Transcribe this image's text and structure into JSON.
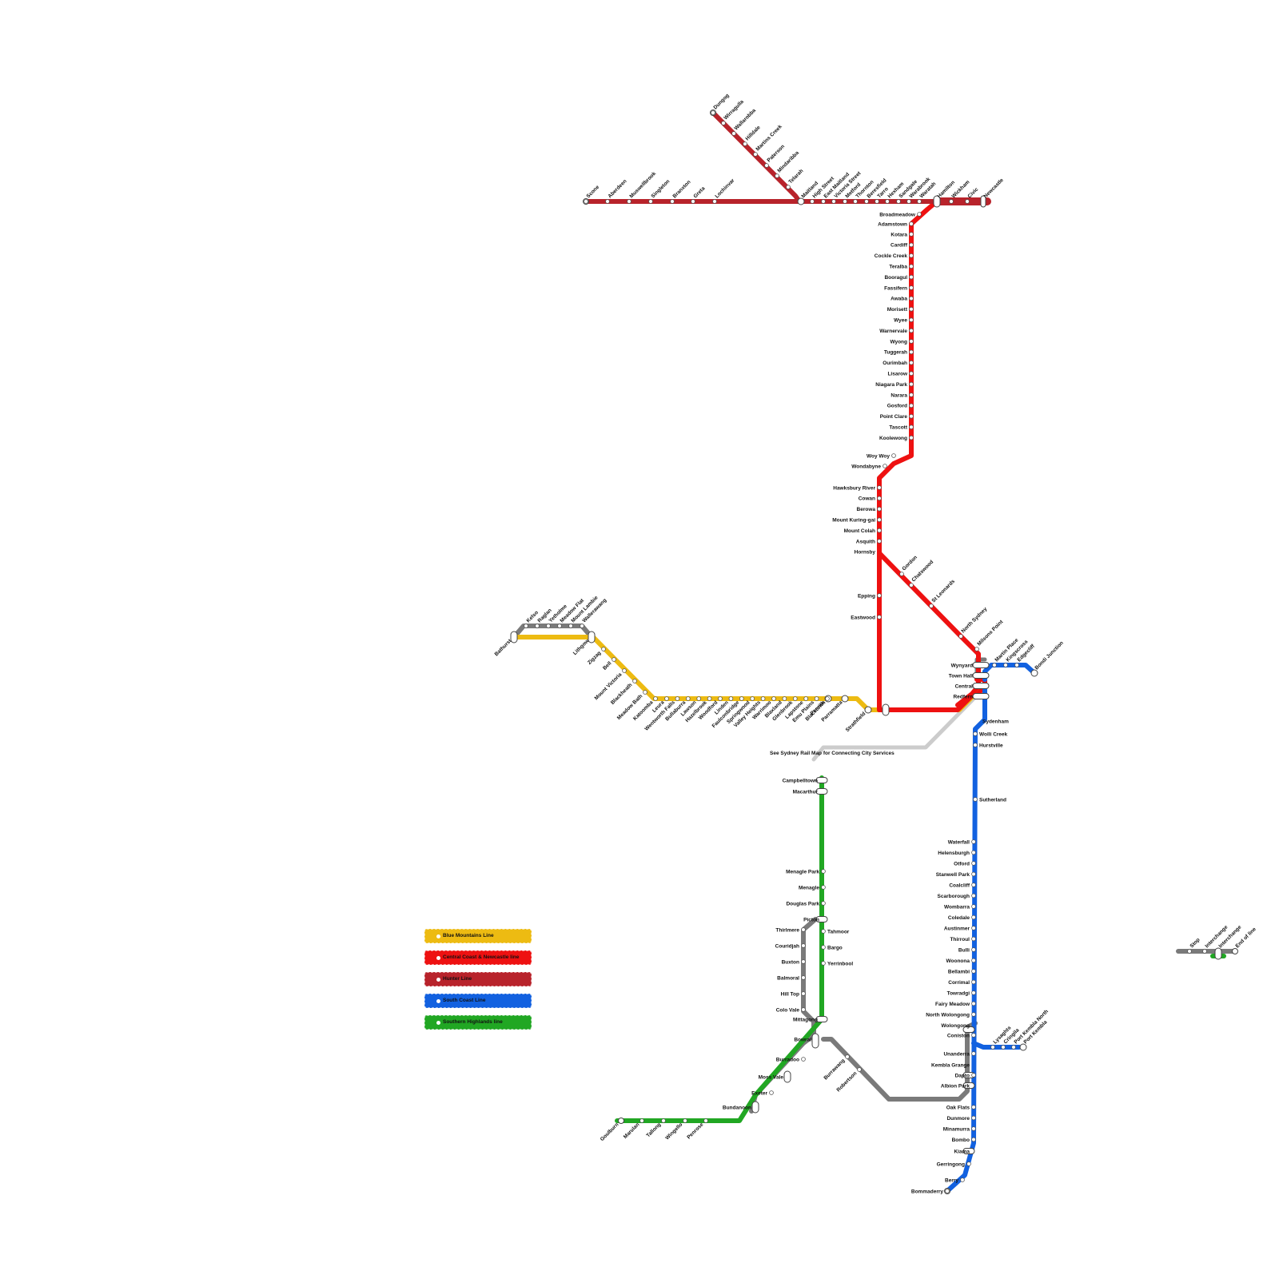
{
  "colors": {
    "blue_mountains": "#EDBB12",
    "central_coast": "#EE1111",
    "hunter": "#B8232B",
    "south_coast": "#1261E0",
    "southern_highlands": "#21A723",
    "connector_grey": "#7A7A7A",
    "city_link": "#CCCCCC"
  },
  "note": "See Sydney Rail Map for Connecting City Services",
  "legend": [
    {
      "label": "Blue Mountains Line",
      "color_key": "blue_mountains"
    },
    {
      "label": "Central Coast & Newcastle line",
      "color_key": "central_coast"
    },
    {
      "label": "Hunter Line",
      "color_key": "hunter"
    },
    {
      "label": "South Coast Line",
      "color_key": "south_coast"
    },
    {
      "label": "Southern Highlands line",
      "color_key": "southern_highlands"
    }
  ],
  "stations": {
    "hunter_main": [
      "Scone",
      "Aberdeen",
      "Muswellbrook",
      "Singleton",
      "Branxton",
      "Greta",
      "Lochinvar",
      "Maitland",
      "High Street",
      "East Maitland",
      "Victoria Street",
      "Metford",
      "Thornton",
      "Beresfield",
      "Tarro",
      "Hexham",
      "Sandgate",
      "Warabrook",
      "Waratah",
      "Hamilton",
      "Wickham",
      "Civic",
      "Newcastle"
    ],
    "hunter_branch": [
      "Dungog",
      "Wirragulla",
      "Wallarobba",
      "Hilldale",
      "Martins Creek",
      "Paterson",
      "Mindaribba",
      "Telarah"
    ],
    "central_coast": [
      "Broadmeadow",
      "Adamstown",
      "Kotara",
      "Cardiff",
      "Cockle Creek",
      "Teralba",
      "Booragul",
      "Fassifern",
      "Awaba",
      "Morisett",
      "Wyee",
      "Warnervale",
      "Wyong",
      "Tuggerah",
      "Ourimbah",
      "Lisarow",
      "Niagara Park",
      "Narara",
      "Gosford",
      "Point Clare",
      "Tascott",
      "Koolewong",
      "Woy Woy",
      "Wondabyne",
      "Hawksbury River",
      "Cowan",
      "Berowa",
      "Mount Kuring-gai",
      "Mount Colah",
      "Asquith",
      "Hornsby",
      "Epping",
      "Eastwood"
    ],
    "north_shore": [
      "Gordon",
      "Chatswood",
      "St Leonards",
      "North Sydney",
      "Milsons Point"
    ],
    "city": [
      "Wynyard",
      "Town Hall",
      "Central",
      "Redfern"
    ],
    "eastern": [
      "Martin Place",
      "Kingscross",
      "Edgecliff",
      "Bondi Junction"
    ],
    "blue_mountains": [
      "Bathurst",
      "Lithgow",
      "Zigzag",
      "Bell",
      "Mount Victoria",
      "Blackheath",
      "Meadow Bath",
      "Katoomba",
      "Leura",
      "Wentworth Falls",
      "Bullaburra",
      "Lawson",
      "Hazelbrook",
      "Woodford",
      "Linden",
      "Faulconbridge",
      "Springwood",
      "Valley Heights",
      "Warrimoo",
      "Blaxland",
      "Glenbrook",
      "Lapstone",
      "Emu Plains",
      "Penrith",
      "Blacktown",
      "Parramatta",
      "Strathfield"
    ],
    "bathurst_grey": [
      "Kelso",
      "Raglan",
      "Yetholme",
      "Meadow Flat",
      "Mount Lambie",
      "Wallerawang"
    ],
    "south_coast": [
      "Sydenham",
      "Wolli Creek",
      "Hurstville",
      "Sutherland",
      "Waterfall",
      "Helensburgh",
      "Otford",
      "Stanwell Park",
      "Coalcliff",
      "Scarborough",
      "Wombarra",
      "Coledale",
      "Austinmer",
      "Thirroul",
      "Bulli",
      "Woonona",
      "Bellambi",
      "Corrimal",
      "Towradgi",
      "Fairy Meadow",
      "North Wolongong",
      "Wolongong",
      "Coniston",
      "Unanderra",
      "Kembla Grange",
      "Dapto",
      "Albion Park",
      "Oak Flats",
      "Dunmore",
      "Minamurra",
      "Bombo",
      "Kiama",
      "Gerringong",
      "Berry",
      "Bommaderry"
    ],
    "port_kembla": [
      "Lysaghts",
      "Cringila",
      "Port Kembla North",
      "Port Kembla"
    ],
    "southern_highlands": [
      "Campbelltown",
      "Macarthur",
      "Menagle Park",
      "Menagle",
      "Douglas Park",
      "Picton",
      "Tahmoor",
      "Bargo",
      "Yerrinbool",
      "Mittagong",
      "Bowral",
      "Burradoo",
      "Moss Vale",
      "Exeter",
      "Bundanoon",
      "Penrose",
      "Wingello",
      "Tallong",
      "Marulan",
      "Goulburn"
    ],
    "loop_grey": [
      "Thirlmere",
      "Couridjah",
      "Buxton",
      "Balmoral",
      "Hill Top",
      "Colo Vale"
    ],
    "robertson_grey": [
      "Burrawang",
      "Robertson"
    ],
    "key_sample": [
      "Stop",
      "Interchange",
      "Interchange",
      "End of line"
    ]
  }
}
